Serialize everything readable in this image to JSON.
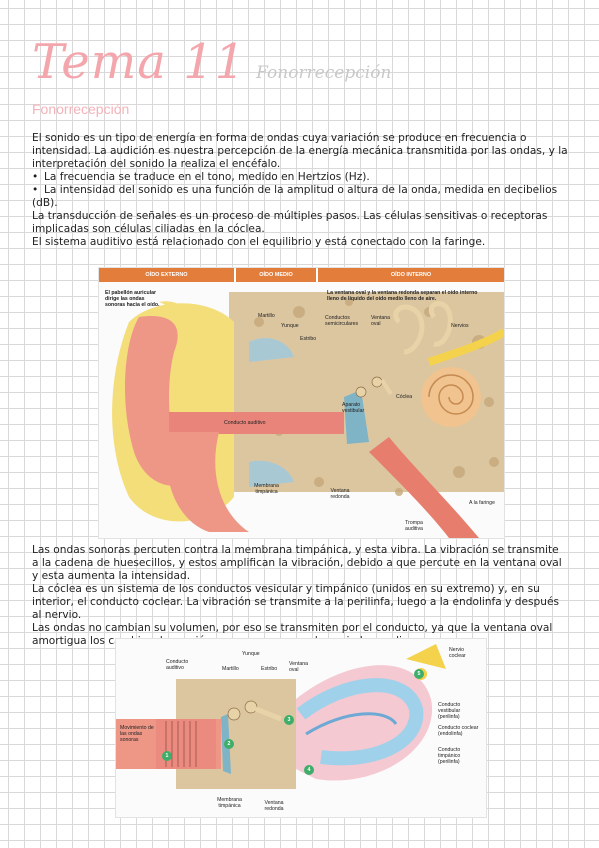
{
  "header": {
    "title": "Tema 11",
    "subtitle": "Fonorrecepción",
    "section_heading": "Fonorrecepción"
  },
  "intro": {
    "p1": "El sonido es un tipo de energía en forma de ondas cuya variación se produce en frecuencia o intensidad. La audición es nuestra percepción de la energía mecánica transmitida por las ondas, y la interpretación del sonido la realiza el encéfalo.",
    "bullet1": "La frecuencia se traduce en el tono, medido en Hertzios (Hz).",
    "bullet2": "La intensidad del sonido es una función de la amplitud o altura de la onda, medida en decibelios (dB).",
    "p2": "La transducción de señales es un proceso de múltiples pasos. Las células sensitivas o receptoras implicadas son células ciliadas en la cóclea.",
    "p3": "El sistema auditivo está relacionado con el equilibrio y está conectado con la faringe."
  },
  "figure1": {
    "sections": [
      "OÍDO EXTERNO",
      "OÍDO MEDIO",
      "OÍDO INTERNO"
    ],
    "labels": {
      "pabellon": "El pabellón auricular dirige las ondas sonoras hacia el oído.",
      "ventana_note": "La ventana oval y la ventana redonda separan el oído interno lleno de líquido del oído medio lleno de aire.",
      "martillo": "Martillo",
      "yunque": "Yunque",
      "estribo": "Estribo",
      "conductos": "Conductos semicirculares",
      "ventana_oval": "Ventana oval",
      "nervios": "Nervios",
      "conducto_auditivo": "Conducto auditivo",
      "aparato_vestibular": "Aparato vestibular",
      "coclea": "Cóclea",
      "membrana": "Membrana timpánica",
      "ventana_redonda": "Ventana redonda",
      "faringe": "A la faringe",
      "trompa": "Trompa auditiva"
    }
  },
  "body": {
    "p4": "Las ondas sonoras percuten contra la membrana timpánica, y esta vibra. La vibración se transmite a la cadena de huesecillos, y estos amplifican la vibración, debido a que percute en la ventana oval y esta aumenta la intensidad.",
    "p5": "La cóclea es un sistema de los conductos vesicular y timpánico (unidos en su extremo) y, en su interior, el conducto coclear. La vibración se transmite a la perilinfa, luego a la endolinfa y después al nervio.",
    "p6": "Las ondas no cambian su volumen, por eso se transmiten por el conducto, ya que la ventana oval amortigua los cambios de presión para que no sean demasiado amplios."
  },
  "figure2": {
    "labels": {
      "yunque": "Yunque",
      "conducto_auditivo": "Conducto auditivo",
      "martillo": "Martillo",
      "estribo": "Estribo",
      "ventana_oval": "Ventana oval",
      "nervio_coclear": "Nervio coclear",
      "movimiento": "Movimiento de las ondas sonoras",
      "vestibular": "Conducto vestibular (perilinfa)",
      "coclear": "Conducto coclear (endolinfa)",
      "timpanico": "Conducto timpánico (perilinfa)",
      "membrana": "Membrana timpánica",
      "ventana_redonda": "Ventana redonda"
    },
    "steps": [
      "1",
      "2",
      "3",
      "4",
      "5"
    ]
  },
  "colors": {
    "title_pink": "#f4a6ad",
    "section_orange": "#e37d3b",
    "tissue_red": "#e9847a",
    "bone_tan": "#d8b98a",
    "fat_yellow": "#f3de7a",
    "fluid_blue": "#9fd1ea"
  }
}
